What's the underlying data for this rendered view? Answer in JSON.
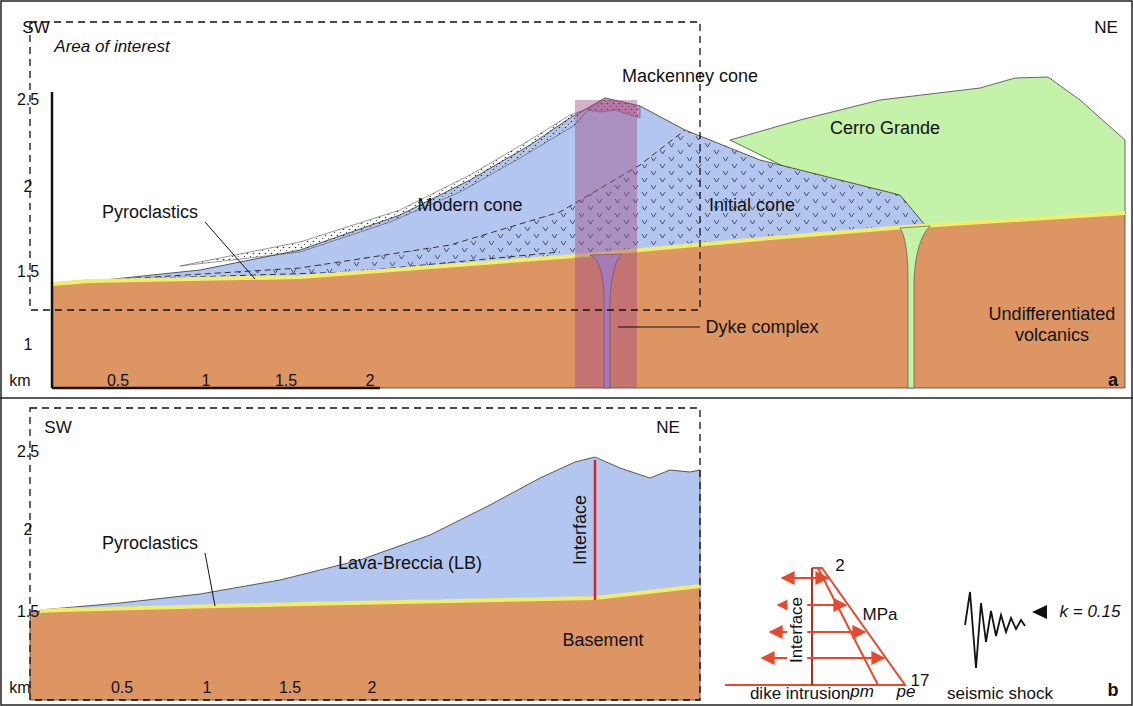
{
  "diagram": {
    "labels": [
      "SW",
      "NE",
      "Area of interest",
      "Mackenney cone",
      "2.5",
      "2",
      "1.5",
      "1",
      "km",
      "0.5",
      "1",
      "1.5",
      "2",
      "Pyroclastics",
      "Modern cone",
      "Initial cone",
      "Cerro Grande",
      "Dyke complex",
      "Undifferentiated volcanics",
      "a",
      "SW",
      "NE",
      "2.5",
      "2",
      "1.5",
      "km",
      "0.5",
      "1",
      "1.5",
      "2",
      "Pyroclastics",
      "Interface",
      "Lava-Breccia (LB)",
      "Basement",
      "2",
      "MPa",
      "Interface",
      "17",
      "pm",
      "pe",
      "dike intrusion",
      "k = 0.15",
      "seismic shock",
      "b"
    ]
  }
}
